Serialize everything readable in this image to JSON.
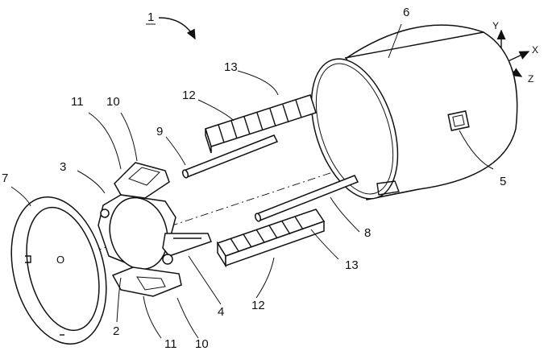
{
  "figure": {
    "number": "1"
  },
  "axes": {
    "x": "X",
    "y": "Y",
    "z": "Z"
  },
  "origin": "O",
  "labels": {
    "l2": "2",
    "l3": "3",
    "l4": "4",
    "l5": "5",
    "l6": "6",
    "l7": "7",
    "l8": "8",
    "l9": "9",
    "l10a": "10",
    "l10b": "10",
    "l11a": "11",
    "l11b": "11",
    "l12a": "12",
    "l12b": "12",
    "l13a": "13",
    "l13b": "13"
  }
}
